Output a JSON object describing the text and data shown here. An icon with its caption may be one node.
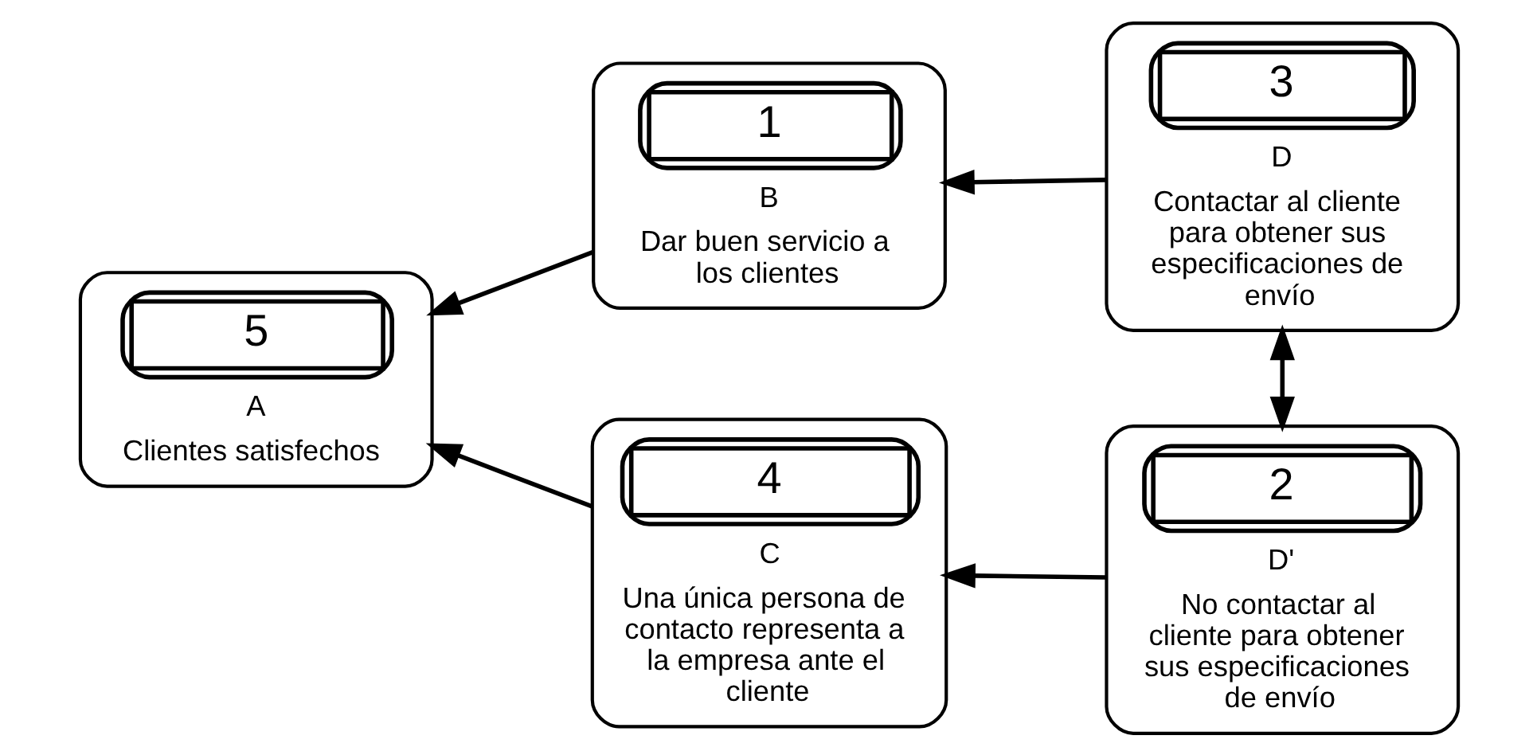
{
  "diagram": {
    "nodes": [
      {
        "text": [
          "1",
          "B",
          "Dar buen servicio a los clientes"
        ]
      },
      {
        "text": [
          "3",
          "D",
          "Contactar al cliente para obtener sus especificaciones de envío"
        ]
      },
      {
        "text": [
          "5",
          "A",
          "Clientes satisfechos"
        ]
      },
      {
        "text": [
          "4",
          "C",
          "Una única persona de contacto representa a la empresa ante el cliente"
        ]
      },
      {
        "text": [
          "2",
          "D'",
          "No contactar al cliente para obtener sus especificaciones de envío"
        ]
      }
    ],
    "edges": [
      {
        "from": 0,
        "to": 2,
        "arrow": "to"
      },
      {
        "from": 3,
        "to": 2,
        "arrow": "to"
      },
      {
        "from": 1,
        "to": 0,
        "arrow": "to"
      },
      {
        "from": 4,
        "to": 3,
        "arrow": "to"
      },
      {
        "from": 1,
        "to": 4,
        "arrow": "both"
      }
    ]
  }
}
